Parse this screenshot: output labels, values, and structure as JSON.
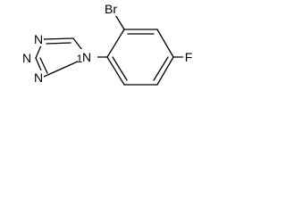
{
  "molecule": {
    "atoms": {
      "n_ring_1": "N",
      "n_ring_2": "N",
      "n_ring_3": "N",
      "n_attached": "N",
      "bromine": "Br",
      "fluorine": "F"
    },
    "tetrazole_attachment_locant": "1"
  }
}
